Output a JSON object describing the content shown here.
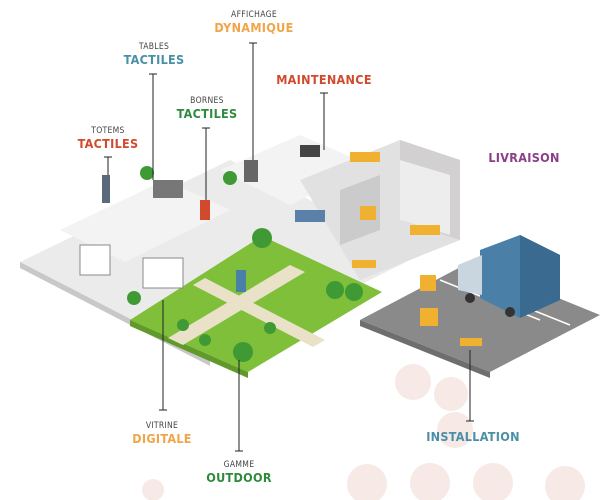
{
  "labels": {
    "affichage": {
      "top": "AFFICHAGE",
      "main": "DYNAMIQUE",
      "color": "#f0a548"
    },
    "tables": {
      "top": "TABLES",
      "main": "TACTILES",
      "color": "#4a8fa8"
    },
    "bornes": {
      "top": "BORNES",
      "main": "TACTILES",
      "color": "#2e8b3e"
    },
    "totems": {
      "top": "TOTEMS",
      "main": "TACTILES",
      "color": "#d24a2e"
    },
    "maintenance": {
      "main": "MAINTENANCE",
      "color": "#d24a2e"
    },
    "livraison": {
      "main": "LIVRAISON",
      "color": "#8a3f86"
    },
    "vitrine": {
      "top": "VITRINE",
      "main": "DIGITALE",
      "color": "#f0a548"
    },
    "outdoor": {
      "top": "GAMME",
      "main": "OUTDOOR",
      "color": "#2e8b3e"
    },
    "installation": {
      "main": "INSTALLATION",
      "color": "#4a8fa8"
    }
  },
  "colors": {
    "floor": "#ecebeb",
    "park": "#7fbf3a",
    "delivery_floor": "#8a8a8a",
    "truck": "#4a7fa8",
    "crates": "#f0b030"
  }
}
